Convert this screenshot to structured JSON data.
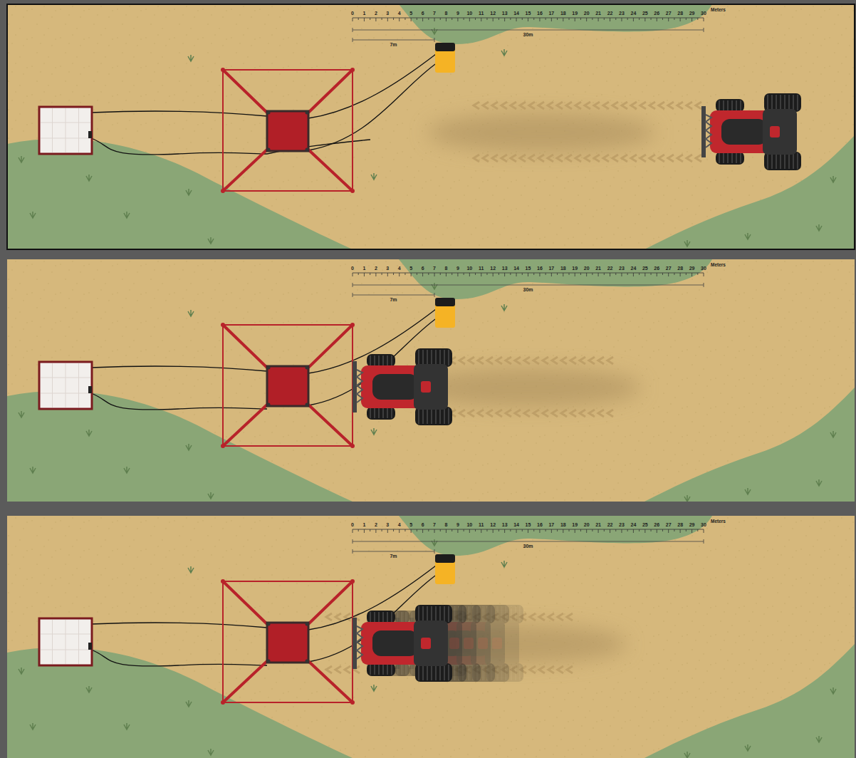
{
  "diagram": {
    "labels": [
      "0",
      "1",
      "2",
      "3",
      "4",
      "5",
      "6",
      "7",
      "8",
      "9",
      "10",
      "11",
      "12",
      "13",
      "14",
      "15",
      "16",
      "17",
      "18",
      "19",
      "20",
      "21",
      "22",
      "23",
      "24",
      "25",
      "26",
      "27",
      "28",
      "29",
      "30",
      "Meters",
      "30m",
      "7m",
      "0",
      "1",
      "2",
      "3",
      "4",
      "5",
      "6",
      "7",
      "8",
      "9",
      "10",
      "11",
      "12",
      "13",
      "14",
      "15",
      "16",
      "17",
      "18",
      "19",
      "20",
      "21",
      "22",
      "23",
      "24",
      "25",
      "26",
      "27",
      "28",
      "29",
      "30",
      "Meters",
      "30m",
      "7m",
      "0",
      "1",
      "2",
      "3",
      "4",
      "5",
      "6",
      "7",
      "8",
      "9",
      "10",
      "11",
      "12",
      "13",
      "14",
      "15",
      "16",
      "17",
      "18",
      "19",
      "20",
      "21",
      "22",
      "23",
      "24",
      "25",
      "26",
      "27",
      "28",
      "29",
      "30",
      "Meters",
      "30m",
      "7m"
    ]
  }
}
